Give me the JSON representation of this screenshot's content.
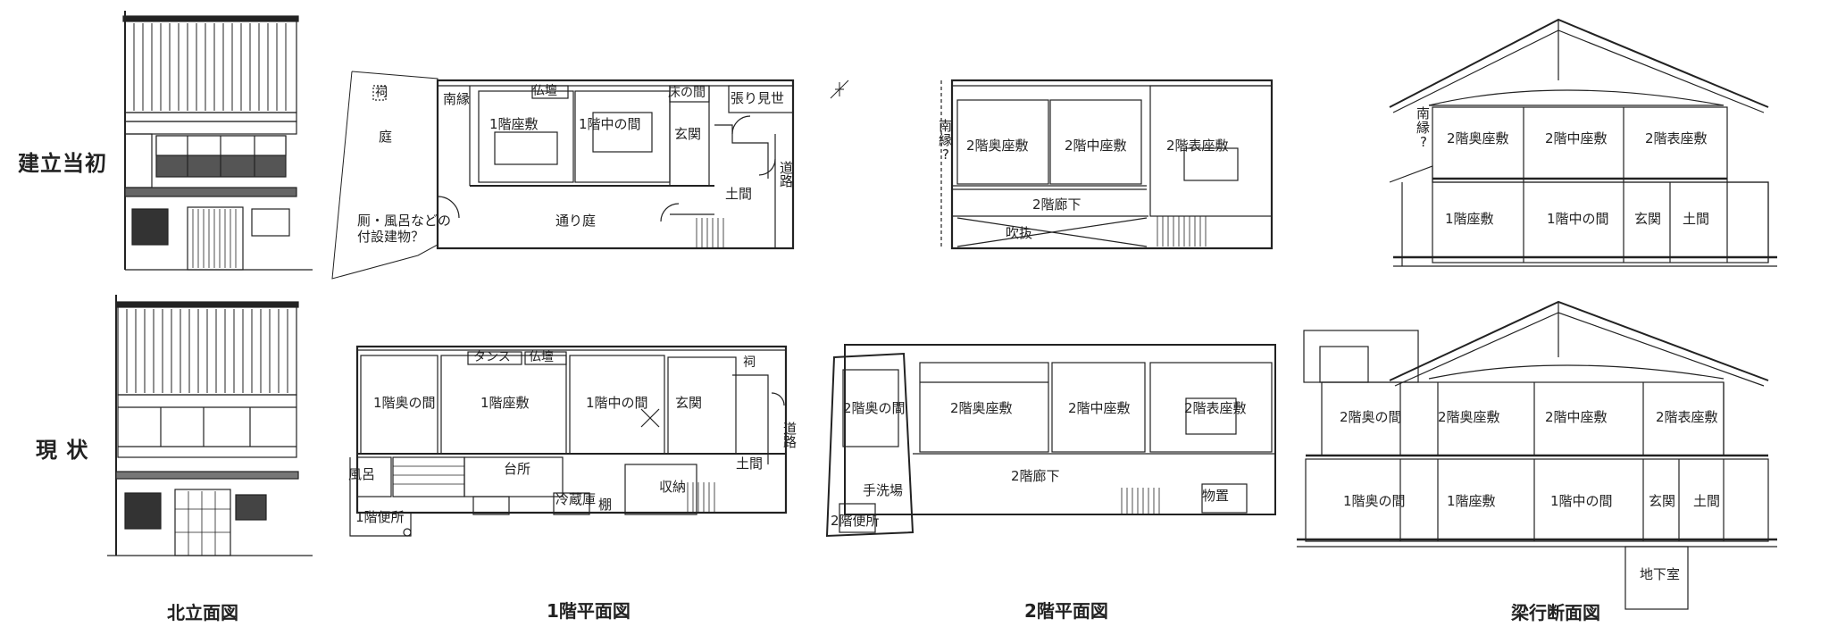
{
  "row_labels": {
    "original": "建立当初",
    "current": "現 状"
  },
  "captions": {
    "elevation": "北立面図",
    "plan1": "1階平面図",
    "plan2": "2階平面図",
    "section": "梁行断面図"
  },
  "orig_plan1": {
    "shrine": "祠",
    "garden": "庭",
    "south_veranda": "南縁",
    "room_back": "1階座敷",
    "room_mid": "1階中の間",
    "butsudan": "仏壇",
    "tokonoma": "床の間",
    "entrance": "玄関",
    "harimise": "張り見世",
    "doma": "土間",
    "road": "道路",
    "toriniwa": "通り庭",
    "annex_1": "厠・風呂などの",
    "annex_2": "付設建物？"
  },
  "orig_plan2": {
    "veranda_1": "南",
    "veranda_2": "縁",
    "veranda_3": "?",
    "room_back": "2階奥座敷",
    "room_mid": "2階中座敷",
    "room_front": "2階表座敷",
    "corridor": "2階廊下",
    "void": "吹抜"
  },
  "orig_section": {
    "veranda_1": "南",
    "veranda_2": "縁",
    "veranda_3": "?",
    "r2_back": "2階奥座敷",
    "r2_mid": "2階中座敷",
    "r2_front": "2階表座敷",
    "r1_back": "1階座敷",
    "r1_mid": "1階中の間",
    "entrance": "玄関",
    "doma": "土間"
  },
  "cur_plan1": {
    "tansu": "タンス",
    "butsudan": "仏壇",
    "shrine": "祠",
    "room_oku": "1階奥の間",
    "room_back": "1階座敷",
    "room_mid": "1階中の間",
    "entrance": "玄関",
    "road": "道路",
    "doma": "土間",
    "bath": "風呂",
    "kitchen": "台所",
    "fridge": "冷蔵庫",
    "shelf": "棚",
    "storage": "収納",
    "toilet": "1階便所"
  },
  "cur_plan2": {
    "r_oku": "2階奥の間",
    "r_back": "2階奥座敷",
    "r_mid": "2階中座敷",
    "r_front": "2階表座敷",
    "corridor": "2階廊下",
    "washroom": "手洗場",
    "toilet": "2階便所",
    "storeroom": "物置"
  },
  "cur_section": {
    "r2_oku": "2階奥の間",
    "r2_back": "2階奥座敷",
    "r2_mid": "2階中座敷",
    "r2_front": "2階表座敷",
    "r1_oku": "1階奥の間",
    "r1_back": "1階座敷",
    "r1_mid": "1階中の間",
    "entrance": "玄関",
    "doma": "土間",
    "basement": "地下室"
  }
}
